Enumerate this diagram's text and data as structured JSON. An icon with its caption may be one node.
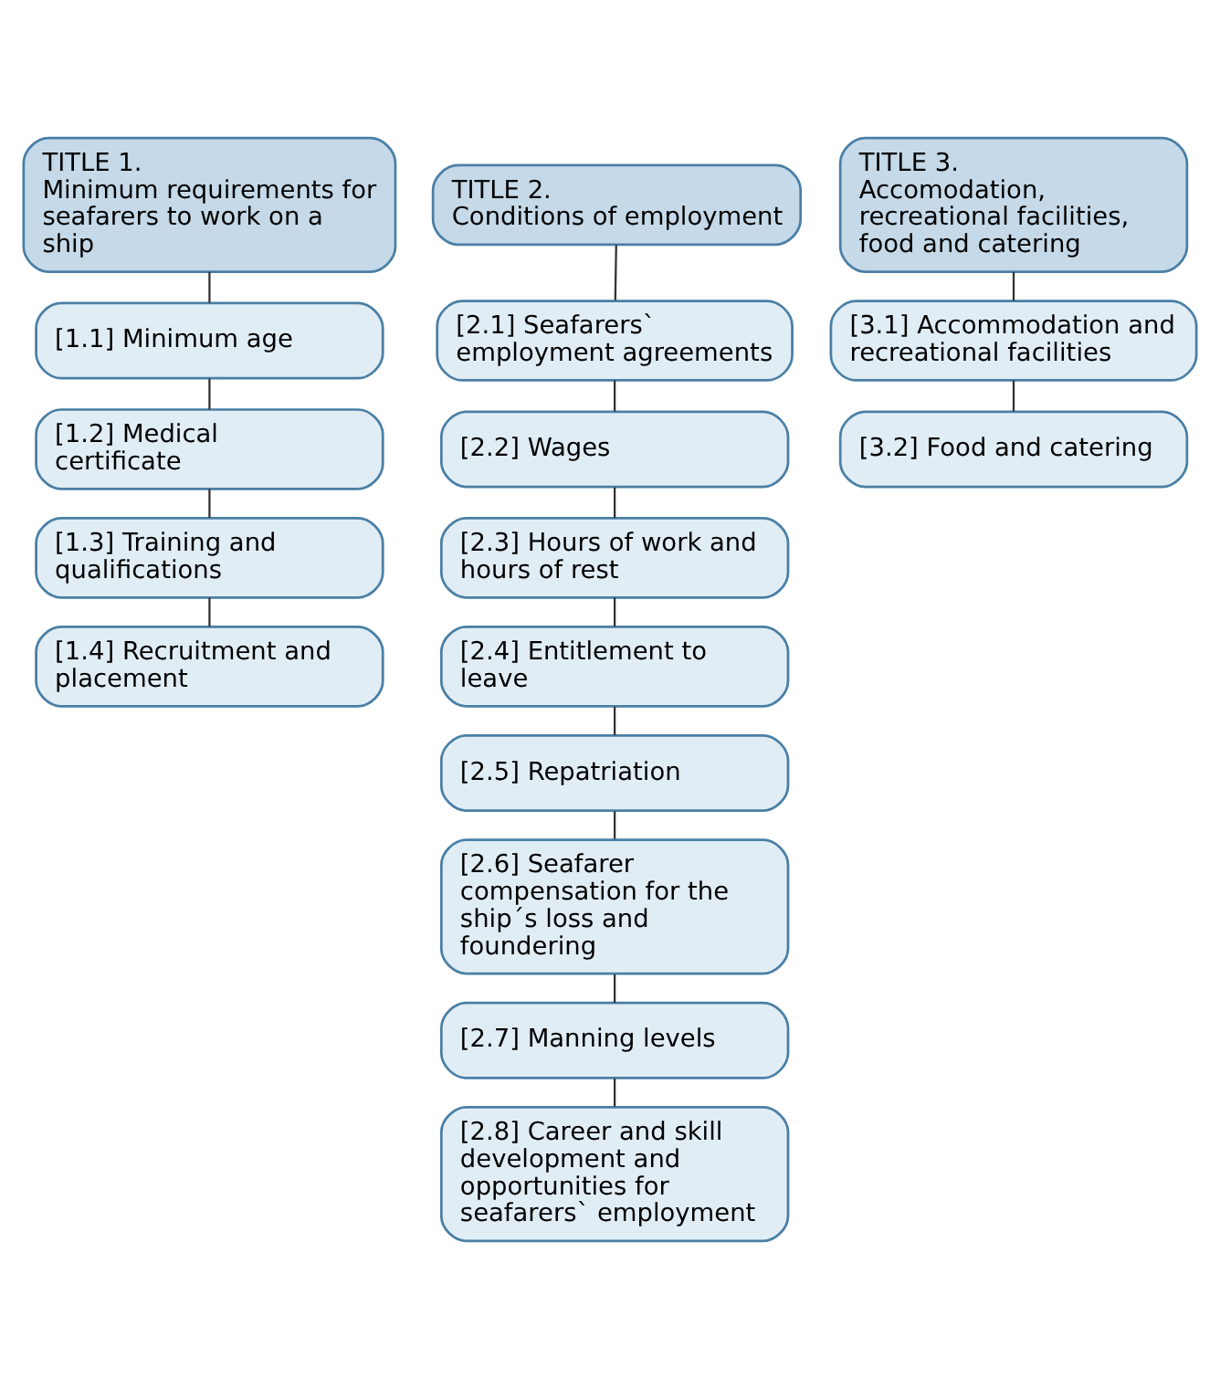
{
  "diagram": {
    "nodes": [
      {
        "text": [
          "TITLE 1.",
          "Minimum requirements for seafarers to work on a ship"
        ]
      },
      {
        "text": [
          "[1.1] Minimum age"
        ]
      },
      {
        "text": [
          "[1.2] Medical certificate"
        ]
      },
      {
        "text": [
          "[1.3] Training and qualifications"
        ]
      },
      {
        "text": [
          "[1.4] Recruitment and placement"
        ]
      },
      {
        "text": [
          "TITLE 2.",
          "Conditions of employment"
        ]
      },
      {
        "text": [
          "[2.1] Seafarers` employment agreements"
        ]
      },
      {
        "text": [
          "[2.2] Wages"
        ]
      },
      {
        "text": [
          "[2.3] Hours of work and hours of rest"
        ]
      },
      {
        "text": [
          "[2.4] Entitlement to leave"
        ]
      },
      {
        "text": [
          "[2.5] Repatriation"
        ]
      },
      {
        "text": [
          "[2.6] Seafarer compensation for the ship´s loss and foundering"
        ]
      },
      {
        "text": [
          "[2.7] Manning levels"
        ]
      },
      {
        "text": [
          "[2.8] Career and skill development and opportunities for seafarers` employment"
        ]
      },
      {
        "text": [
          "TITLE 3.",
          "Accomodation, recreational facilities, food and catering"
        ]
      },
      {
        "text": [
          "[3.1] Accommodation and recreational facilities"
        ]
      },
      {
        "text": [
          "[3.2] Food and catering"
        ]
      }
    ],
    "edges": [
      {
        "from": 0,
        "to": 1,
        "arrow": "none"
      },
      {
        "from": 1,
        "to": 2,
        "arrow": "none"
      },
      {
        "from": 2,
        "to": 3,
        "arrow": "none"
      },
      {
        "from": 3,
        "to": 4,
        "arrow": "none"
      },
      {
        "from": 5,
        "to": 6,
        "arrow": "none"
      },
      {
        "from": 6,
        "to": 7,
        "arrow": "none"
      },
      {
        "from": 7,
        "to": 8,
        "arrow": "none"
      },
      {
        "from": 8,
        "to": 9,
        "arrow": "none"
      },
      {
        "from": 9,
        "to": 10,
        "arrow": "none"
      },
      {
        "from": 10,
        "to": 11,
        "arrow": "none"
      },
      {
        "from": 11,
        "to": 12,
        "arrow": "none"
      },
      {
        "from": 12,
        "to": 13,
        "arrow": "none"
      },
      {
        "from": 14,
        "to": 15,
        "arrow": "none"
      },
      {
        "from": 15,
        "to": 16,
        "arrow": "none"
      }
    ]
  }
}
